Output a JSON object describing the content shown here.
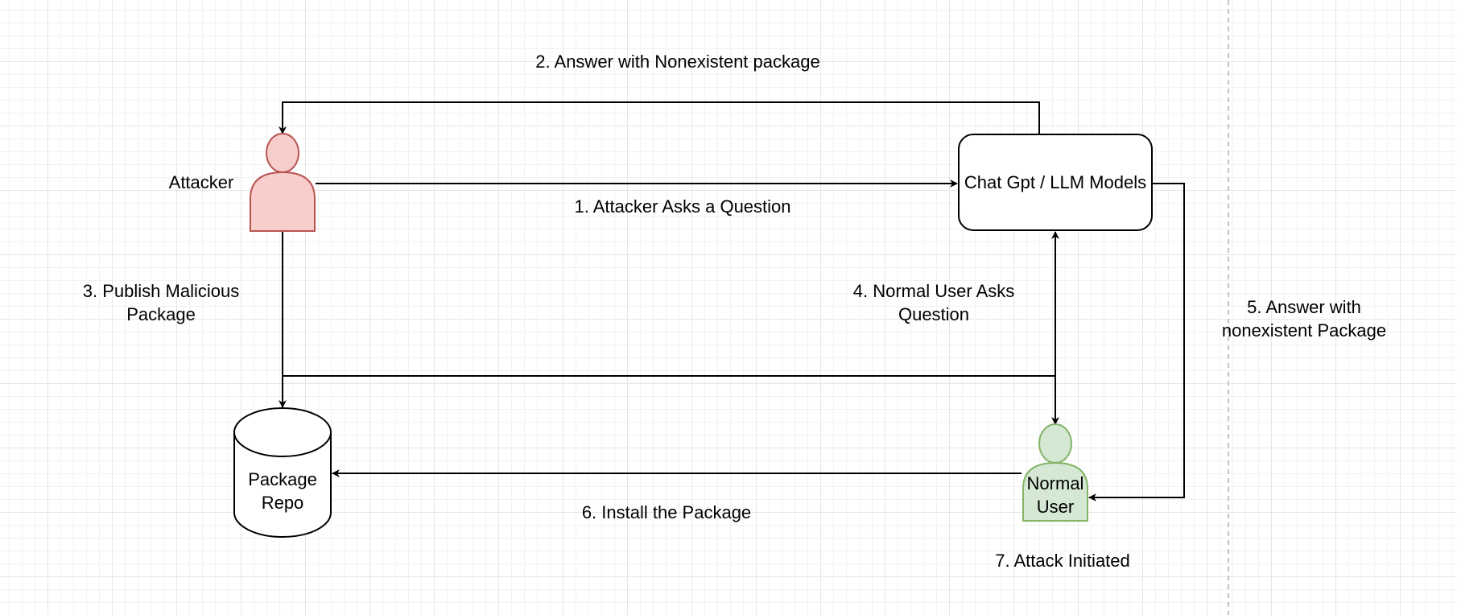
{
  "nodes": {
    "attacker": {
      "label": "Attacker",
      "fill": "#f8cecc",
      "stroke": "#b85450"
    },
    "llm": {
      "label": "Chat Gpt / LLM Models"
    },
    "repo": {
      "label": "Package Repo"
    },
    "user": {
      "label": "Normal User",
      "fill": "#d5e8d4",
      "stroke": "#82b366"
    }
  },
  "edges": {
    "step1": "1. Attacker Asks a Question",
    "step2": "2. Answer with Nonexistent package",
    "step3": "3. Publish Malicious Package",
    "step4": "4. Normal User Asks Question",
    "step5": "5. Answer with nonexistent Package",
    "step6": "6. Install the Package",
    "step7": "7. Attack Initiated"
  }
}
